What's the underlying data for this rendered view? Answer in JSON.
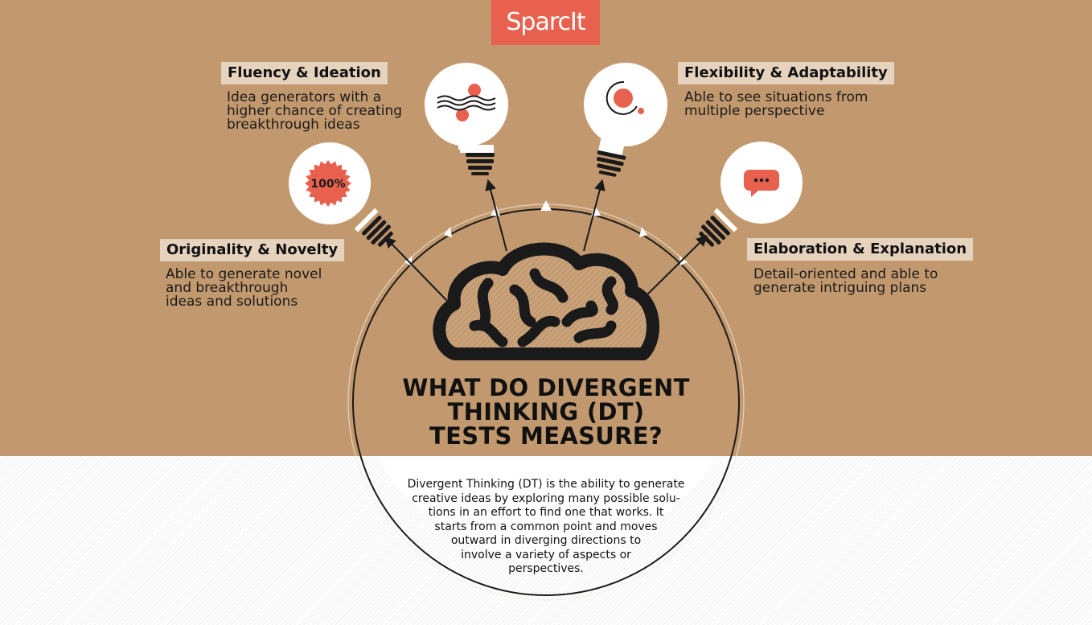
{
  "brand": {
    "logo_text": "SparcIt",
    "logo_bg": "#e8614f"
  },
  "colors": {
    "background_top": "#c2996e",
    "background_bottom": "#ffffff",
    "accent": "#e8614f",
    "dark": "#1a1a1a",
    "label_bg": "#e6d3be"
  },
  "title": {
    "lines": [
      "WHAT DO DIVERGENT",
      "THINKING (DT)",
      "TESTS MEASURE?"
    ]
  },
  "description": {
    "lines": [
      "Divergent Thinking (DT) is the ability to generate",
      "creative ideas by exploring many possible solu-",
      "tions in an effort to find one that works.  It",
      "starts from a common point and moves",
      "outward in diverging directions to",
      "involve a variety of aspects or",
      "perspectives."
    ]
  },
  "measures": {
    "originality": {
      "label": "Originality & Novelty",
      "description": [
        "Able to generate novel",
        "and breakthrough",
        "ideas and solutions"
      ],
      "icon": "badge-100-percent-icon",
      "icon_text": "100%"
    },
    "fluency": {
      "label": "Fluency & Ideation",
      "description": [
        "Idea generators with a",
        "higher chance of creating",
        "breakthrough ideas"
      ],
      "icon": "waves-dots-icon"
    },
    "flexibility": {
      "label": "Flexibility & Adaptability",
      "description": [
        "Able to see situations from",
        "multiple perspective"
      ],
      "icon": "orbit-circle-icon"
    },
    "elaboration": {
      "label": "Elaboration & Explanation",
      "description": [
        "Detail-oriented and able to",
        "generate intriguing plans"
      ],
      "icon": "speech-bubble-icon"
    }
  },
  "central_icon": "brain-icon"
}
